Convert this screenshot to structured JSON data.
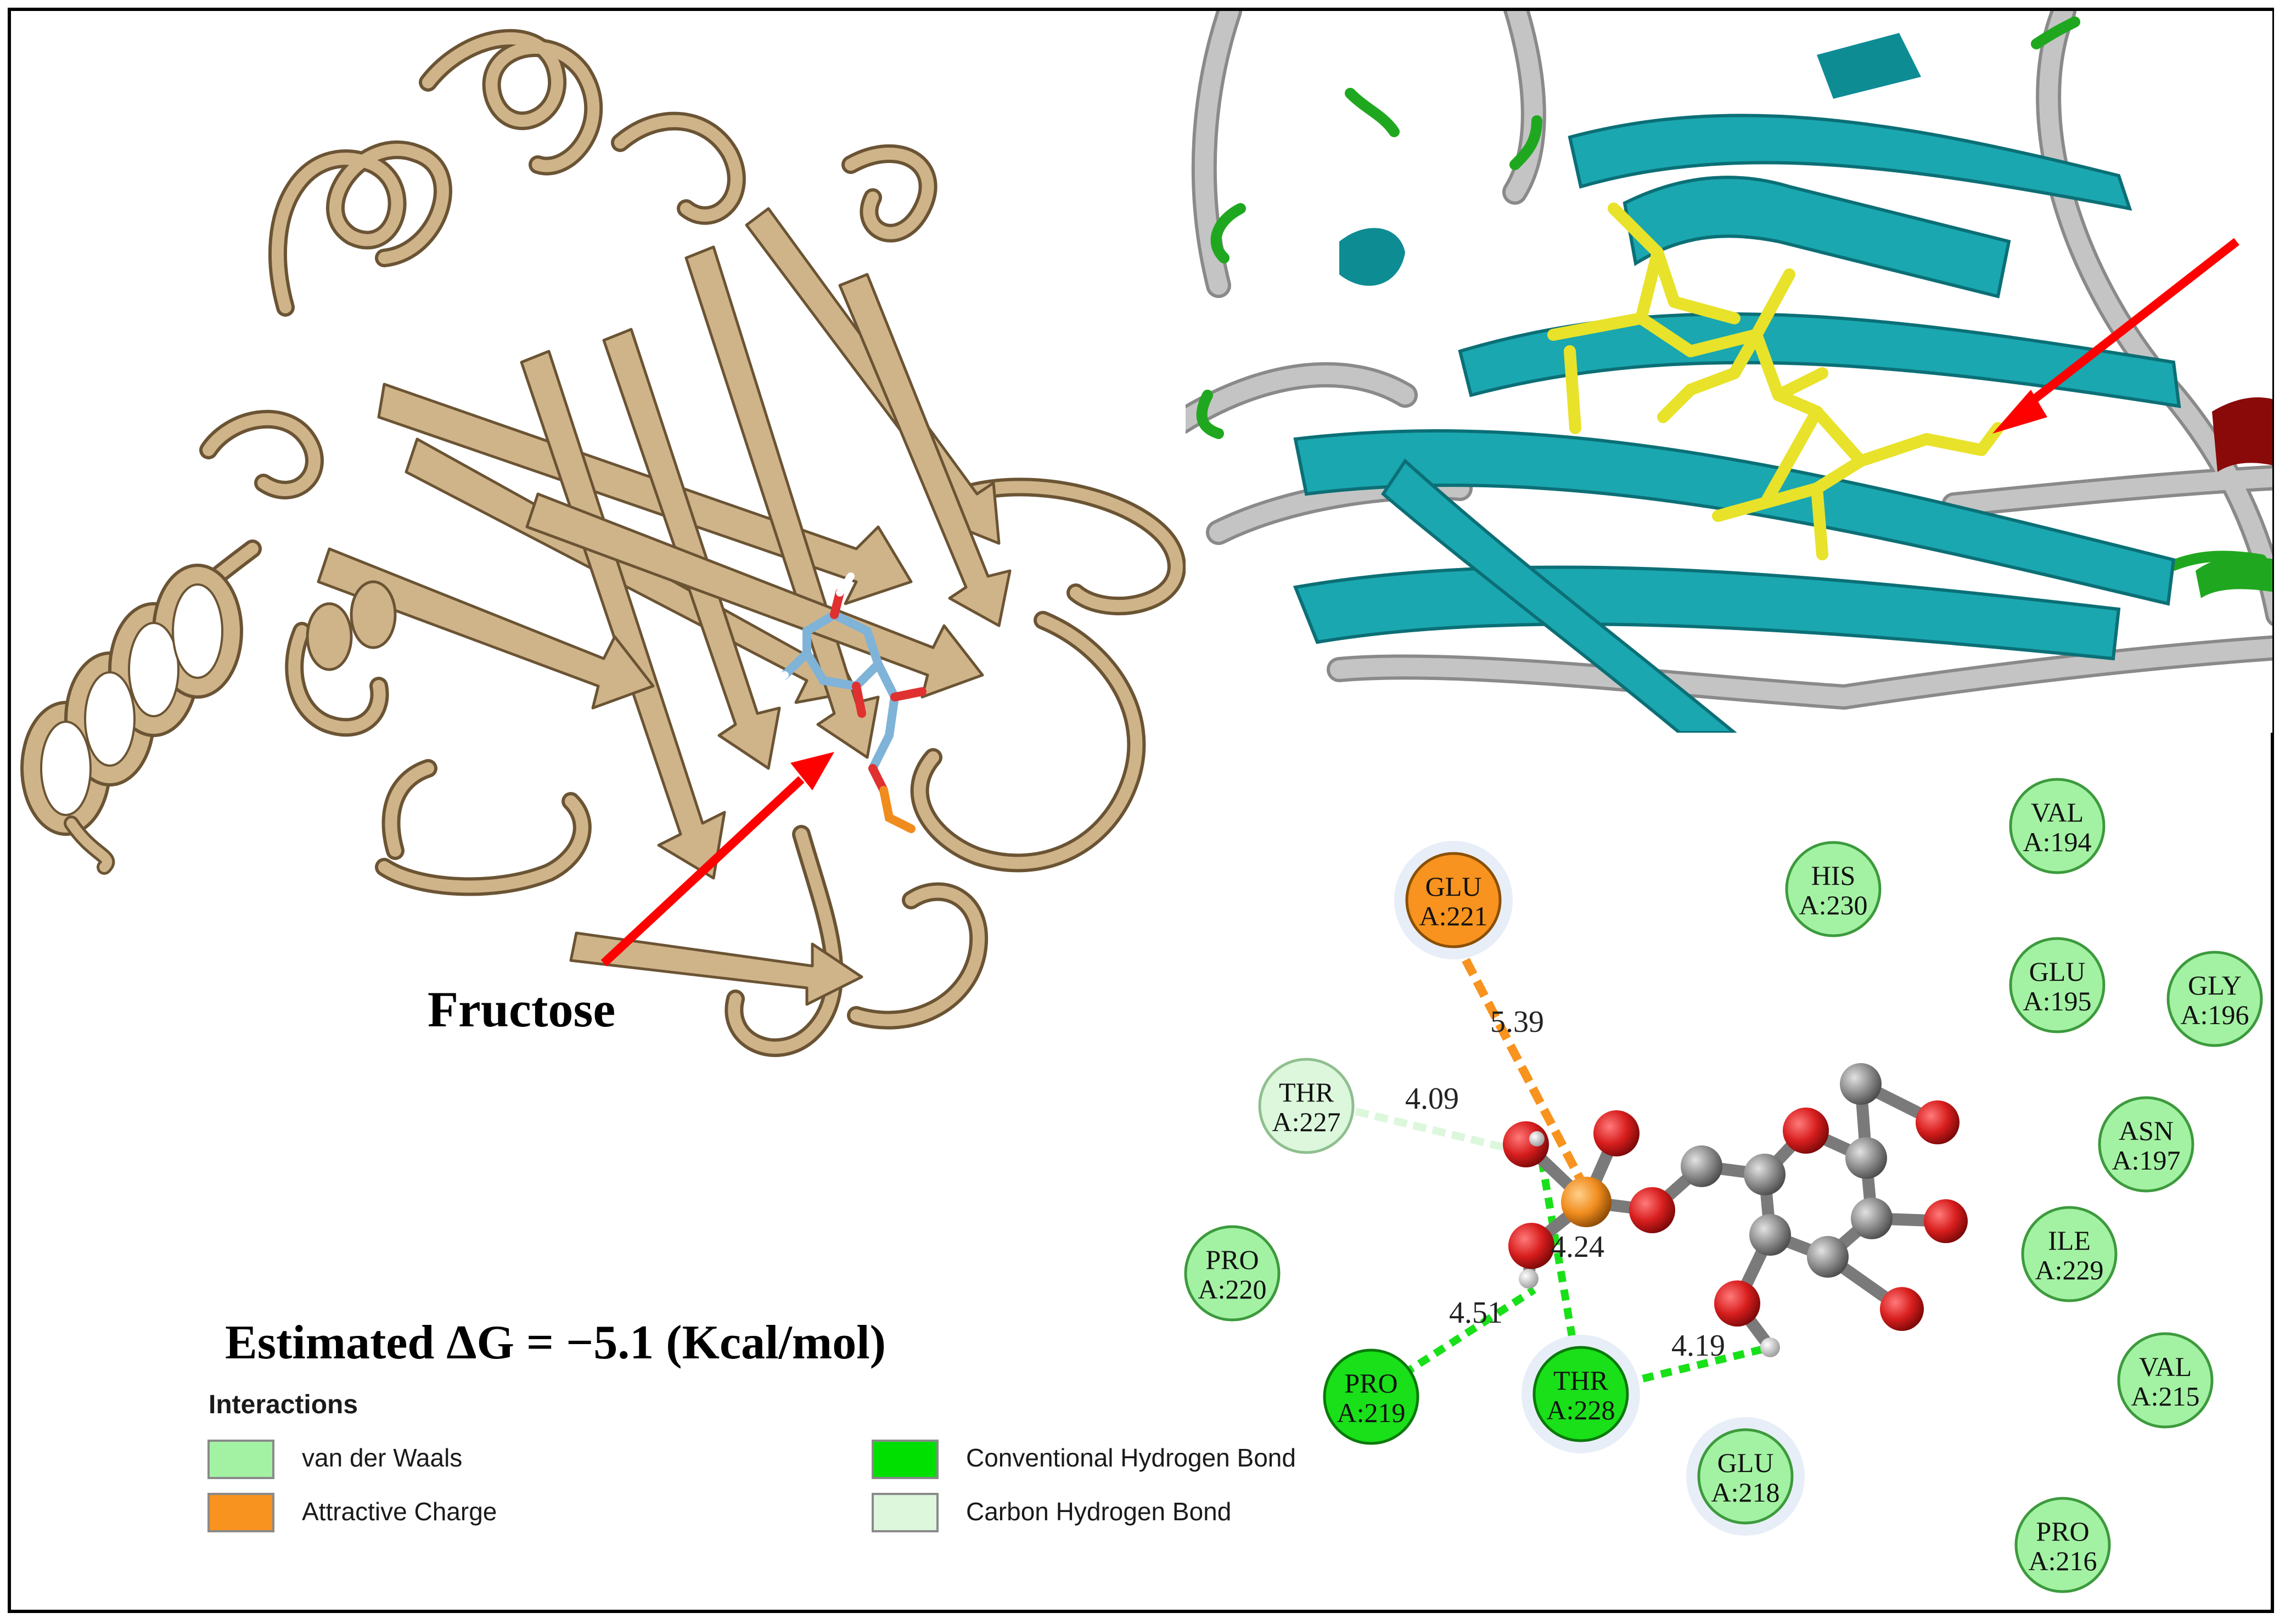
{
  "panels": {
    "protein_structure": {
      "ligand_label": "Fructose"
    },
    "binding_site_closeup": {},
    "interaction_map": {
      "residues": [
        {
          "name": "GLU",
          "id": "A:221",
          "type": "attractive_charge"
        },
        {
          "name": "THR",
          "id": "A:227",
          "type": "carbon_hydrogen_bond"
        },
        {
          "name": "PRO",
          "id": "A:220",
          "type": "van_der_waals"
        },
        {
          "name": "PRO",
          "id": "A:219",
          "type": "conventional_hydrogen_bond"
        },
        {
          "name": "THR",
          "id": "A:228",
          "type": "conventional_hydrogen_bond"
        },
        {
          "name": "GLU",
          "id": "A:218",
          "type": "van_der_waals"
        },
        {
          "name": "HIS",
          "id": "A:230",
          "type": "van_der_waals"
        },
        {
          "name": "VAL",
          "id": "A:194",
          "type": "van_der_waals"
        },
        {
          "name": "GLU",
          "id": "A:195",
          "type": "van_der_waals"
        },
        {
          "name": "GLY",
          "id": "A:196",
          "type": "van_der_waals"
        },
        {
          "name": "ASN",
          "id": "A:197",
          "type": "van_der_waals"
        },
        {
          "name": "ILE",
          "id": "A:229",
          "type": "van_der_waals"
        },
        {
          "name": "VAL",
          "id": "A:215",
          "type": "van_der_waals"
        },
        {
          "name": "PRO",
          "id": "A:216",
          "type": "van_der_waals"
        }
      ],
      "distances": [
        "5.39",
        "4.09",
        "4.24",
        "4.51",
        "4.19"
      ]
    }
  },
  "energy_text": "Estimated ΔG = −5.1 (Kcal/mol)",
  "legend": {
    "title": "Interactions",
    "items": [
      {
        "label": "van der Waals",
        "color": "#a3f2a3"
      },
      {
        "label": "Attractive Charge",
        "color": "#f7931e"
      },
      {
        "label": "Conventional Hydrogen Bond",
        "color": "#00e000"
      },
      {
        "label": "Carbon Hydrogen Bond",
        "color": "#dcf7dc"
      }
    ]
  },
  "colors": {
    "ribbon_tan": "#cfb48a",
    "ribbon_outline": "#6b5434",
    "closeup_cyan": "#1aa7b0",
    "closeup_gray": "#a8a8a8",
    "ligand_yellow": "#e8e22a",
    "arrow_red": "#ff0000",
    "atom_red": "#d81e1e",
    "atom_gray": "#909090",
    "atom_orange": "#f08c1e"
  }
}
